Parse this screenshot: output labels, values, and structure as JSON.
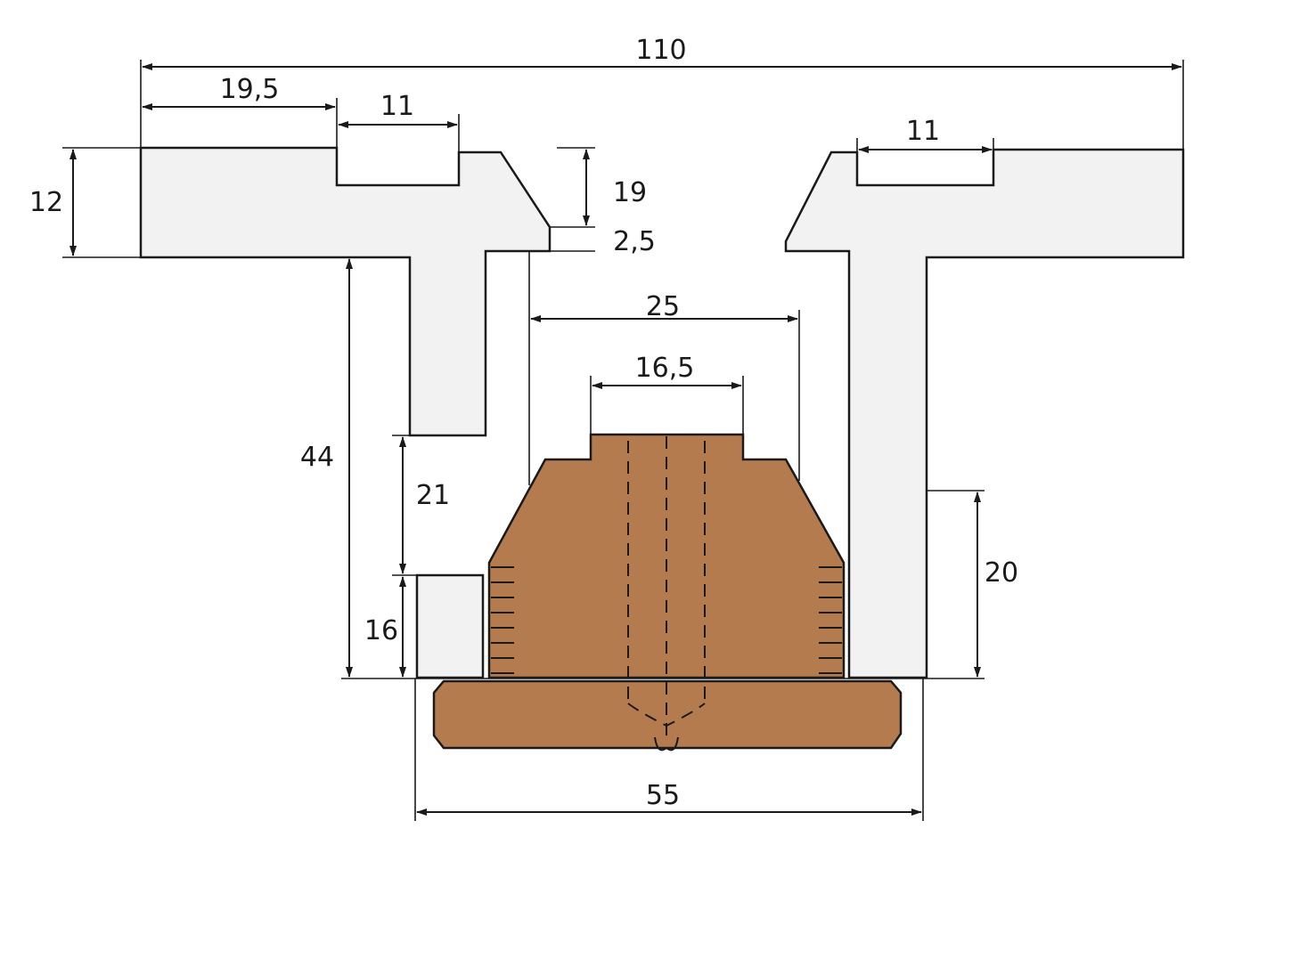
{
  "dimensions": {
    "overall_width": "110",
    "left_offset": "19,5",
    "left_groove": "11",
    "right_groove": "11",
    "flange_thickness": "12",
    "lip_height": "19",
    "lip_step": "2,5",
    "inner_width": "25",
    "top_width": "16,5",
    "total_height": "44",
    "stem_gap": "21",
    "pad_height": "16",
    "right_stem_height": "20",
    "base_width": "55"
  }
}
